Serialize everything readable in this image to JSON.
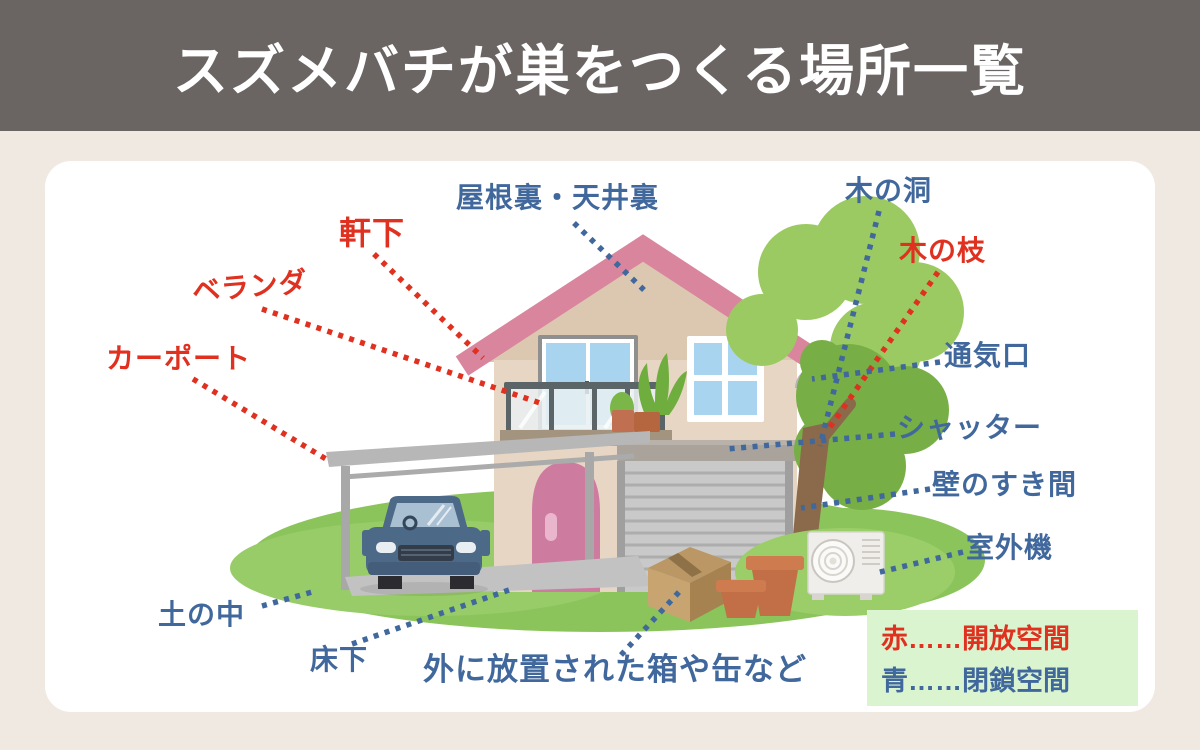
{
  "title": "スズメバチが巣をつくる場所一覧",
  "colors": {
    "red": "#e0301f",
    "blue": "#41689c",
    "title_bar": "#6a6462",
    "page_bg": "#efe9e1",
    "card_bg": "#ffffff",
    "legend_bg": "#d9f4cf"
  },
  "labels": {
    "attic": "屋根裏・天井裏",
    "under_eaves": "軒下",
    "veranda": "ベランダ",
    "carport": "カーポート",
    "tree_hollow": "木の洞",
    "tree_branch": "木の枝",
    "vent": "通気口",
    "shutter": "シャッター",
    "wall_gap": "壁のすき間",
    "outdoor_unit": "室外機",
    "underground": "土の中",
    "under_floor": "床下",
    "outdoor_boxes": "外に放置された箱や缶など"
  },
  "legend": {
    "red_line": "赤……開放空間",
    "blue_line": "青……閉鎖空間"
  }
}
